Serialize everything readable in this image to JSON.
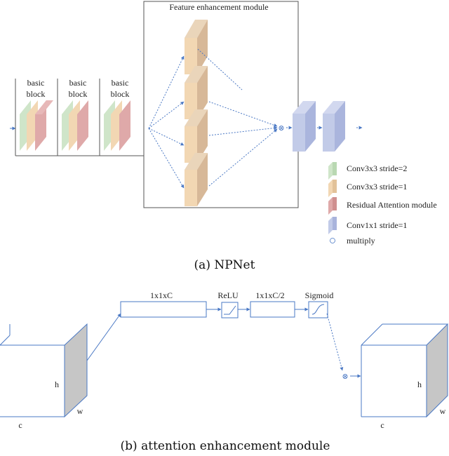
{
  "panel_a": {
    "module_title": "Feature enhancement module",
    "blocks": [
      {
        "line1": "basic",
        "line2": "block"
      },
      {
        "line1": "basic",
        "line2": "block"
      },
      {
        "line1": "basic",
        "line2": "block"
      }
    ],
    "multiply_symbol": "⊗",
    "legend": [
      {
        "label": "Conv3x3 stride=2",
        "color": "#cfe5c9"
      },
      {
        "label": "Conv3x3 stride=1",
        "color": "#f2d7b3"
      },
      {
        "label": "Residual Attention module",
        "color": "#dfa9a9"
      },
      {
        "label": "Conv1x1 stride=1",
        "color": "#c2cbe8"
      },
      {
        "label": "multiply",
        "color": "#4a78c4"
      }
    ],
    "caption": "(a) NPNet"
  },
  "panel_b": {
    "fc1_label": "1x1xC",
    "relu_label": "ReLU",
    "fc2_label": "1x1xC/2",
    "sigmoid_label": "Sigmoid",
    "multiply_symbol": "⊗",
    "left_cube": {
      "h": "h",
      "w": "w",
      "c": "c"
    },
    "right_cube": {
      "h": "h",
      "w": "w",
      "c": "c"
    },
    "caption": "(b) attention enhancement module"
  },
  "colors": {
    "green": "#cfe5c9",
    "orange": "#f2d7b3",
    "red": "#dfa9a9",
    "tan": "#e3c9a8",
    "blue_fill": "#c2cbe8",
    "line_blue": "#4a78c4",
    "gray_side": "#c6c6c6"
  }
}
